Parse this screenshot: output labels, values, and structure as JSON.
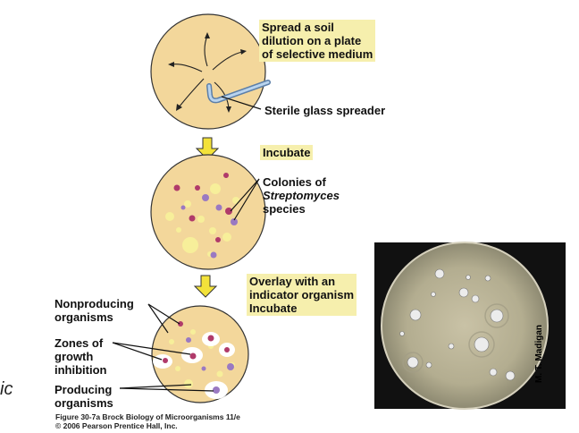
{
  "steps": {
    "spread": [
      "Spread a soil",
      "dilution on a plate",
      "of selective medium"
    ],
    "spreader": "Sterile glass spreader",
    "incubate": "Incubate",
    "colonies": {
      "line1": "Colonies of",
      "line2": "Streptomyces",
      "line3": "species"
    },
    "overlay": [
      "Overlay with an",
      "indicator organism",
      "Incubate"
    ]
  },
  "labels": {
    "nonproducing": [
      "Nonproducing",
      "organisms"
    ],
    "zones": [
      "Zones of",
      "growth",
      "inhibition"
    ],
    "producing": [
      "Producing",
      "organisms"
    ]
  },
  "caption": [
    "Figure 30-7a  Brock Biology of Microorganisms 11/e",
    "© 2006 Pearson Prentice Hall, Inc."
  ],
  "photo_credit": "M. T. Madigan",
  "side_fragment": "ic",
  "colors": {
    "plate_fill": "#f3d79b",
    "highlight": "#f6efad",
    "arrow_fill": "#f3e23a",
    "colony_magenta": "#b03a6a",
    "colony_purple": "#9a79c2",
    "colony_yellow": "#f7ef9a"
  }
}
